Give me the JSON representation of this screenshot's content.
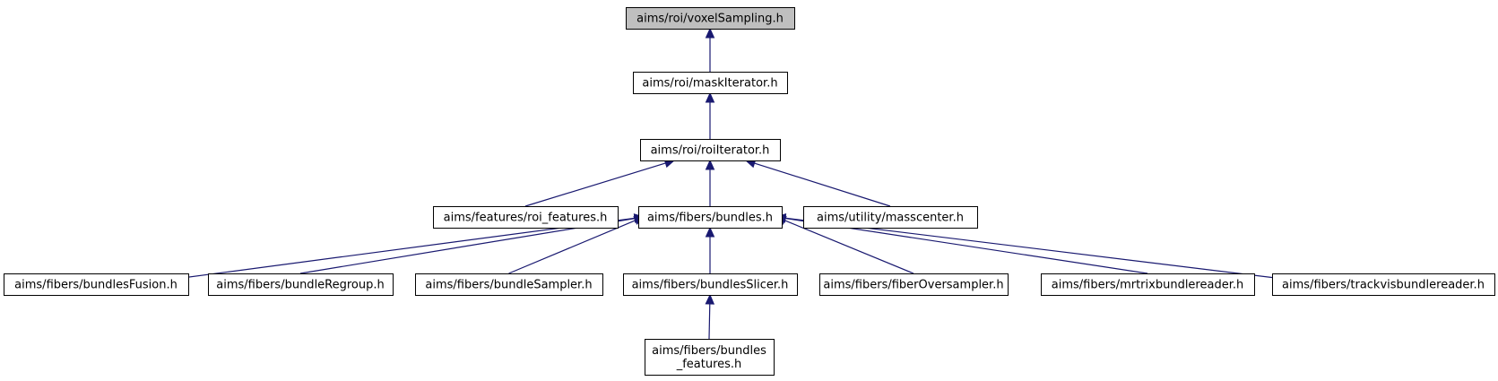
{
  "diagram": {
    "colors": {
      "edge": "#191970",
      "root_fill": "#bfbfbf",
      "node_fill": "#ffffff",
      "node_border": "#000000"
    },
    "nodes": [
      {
        "id": "voxelSampling",
        "lines": [
          "aims/roi/voxelSampling.h"
        ],
        "root": true
      },
      {
        "id": "maskIterator",
        "lines": [
          "aims/roi/maskIterator.h"
        ]
      },
      {
        "id": "roiIterator",
        "lines": [
          "aims/roi/roiIterator.h"
        ]
      },
      {
        "id": "roi_features",
        "lines": [
          "aims/features/roi_features.h"
        ]
      },
      {
        "id": "bundles",
        "lines": [
          "aims/fibers/bundles.h"
        ]
      },
      {
        "id": "masscenter",
        "lines": [
          "aims/utility/masscenter.h"
        ]
      },
      {
        "id": "bundlesFusion",
        "lines": [
          "aims/fibers/bundlesFusion.h"
        ]
      },
      {
        "id": "bundleRegroup",
        "lines": [
          "aims/fibers/bundleRegroup.h"
        ]
      },
      {
        "id": "bundleSampler",
        "lines": [
          "aims/fibers/bundleSampler.h"
        ]
      },
      {
        "id": "bundlesSlicer",
        "lines": [
          "aims/fibers/bundlesSlicer.h"
        ]
      },
      {
        "id": "fiberOversampler",
        "lines": [
          "aims/fibers/fiberOversampler.h"
        ]
      },
      {
        "id": "mrtrixbundlereader",
        "lines": [
          "aims/fibers/mrtrixbundlereader.h"
        ]
      },
      {
        "id": "trackvisbundlereader",
        "lines": [
          "aims/fibers/trackvisbundlereader.h"
        ]
      },
      {
        "id": "bundles_features",
        "lines": [
          "aims/fibers/bundles",
          "_features.h"
        ]
      }
    ],
    "edges": [
      {
        "from": "maskIterator",
        "to": "voxelSampling"
      },
      {
        "from": "roiIterator",
        "to": "maskIterator"
      },
      {
        "from": "roi_features",
        "to": "roiIterator"
      },
      {
        "from": "bundles",
        "to": "roiIterator"
      },
      {
        "from": "masscenter",
        "to": "roiIterator"
      },
      {
        "from": "bundlesFusion",
        "to": "bundles"
      },
      {
        "from": "bundleRegroup",
        "to": "bundles"
      },
      {
        "from": "bundleSampler",
        "to": "bundles"
      },
      {
        "from": "bundlesSlicer",
        "to": "bundles"
      },
      {
        "from": "fiberOversampler",
        "to": "bundles"
      },
      {
        "from": "mrtrixbundlereader",
        "to": "bundles"
      },
      {
        "from": "trackvisbundlereader",
        "to": "bundles"
      },
      {
        "from": "bundles_features",
        "to": "bundlesSlicer"
      }
    ]
  }
}
